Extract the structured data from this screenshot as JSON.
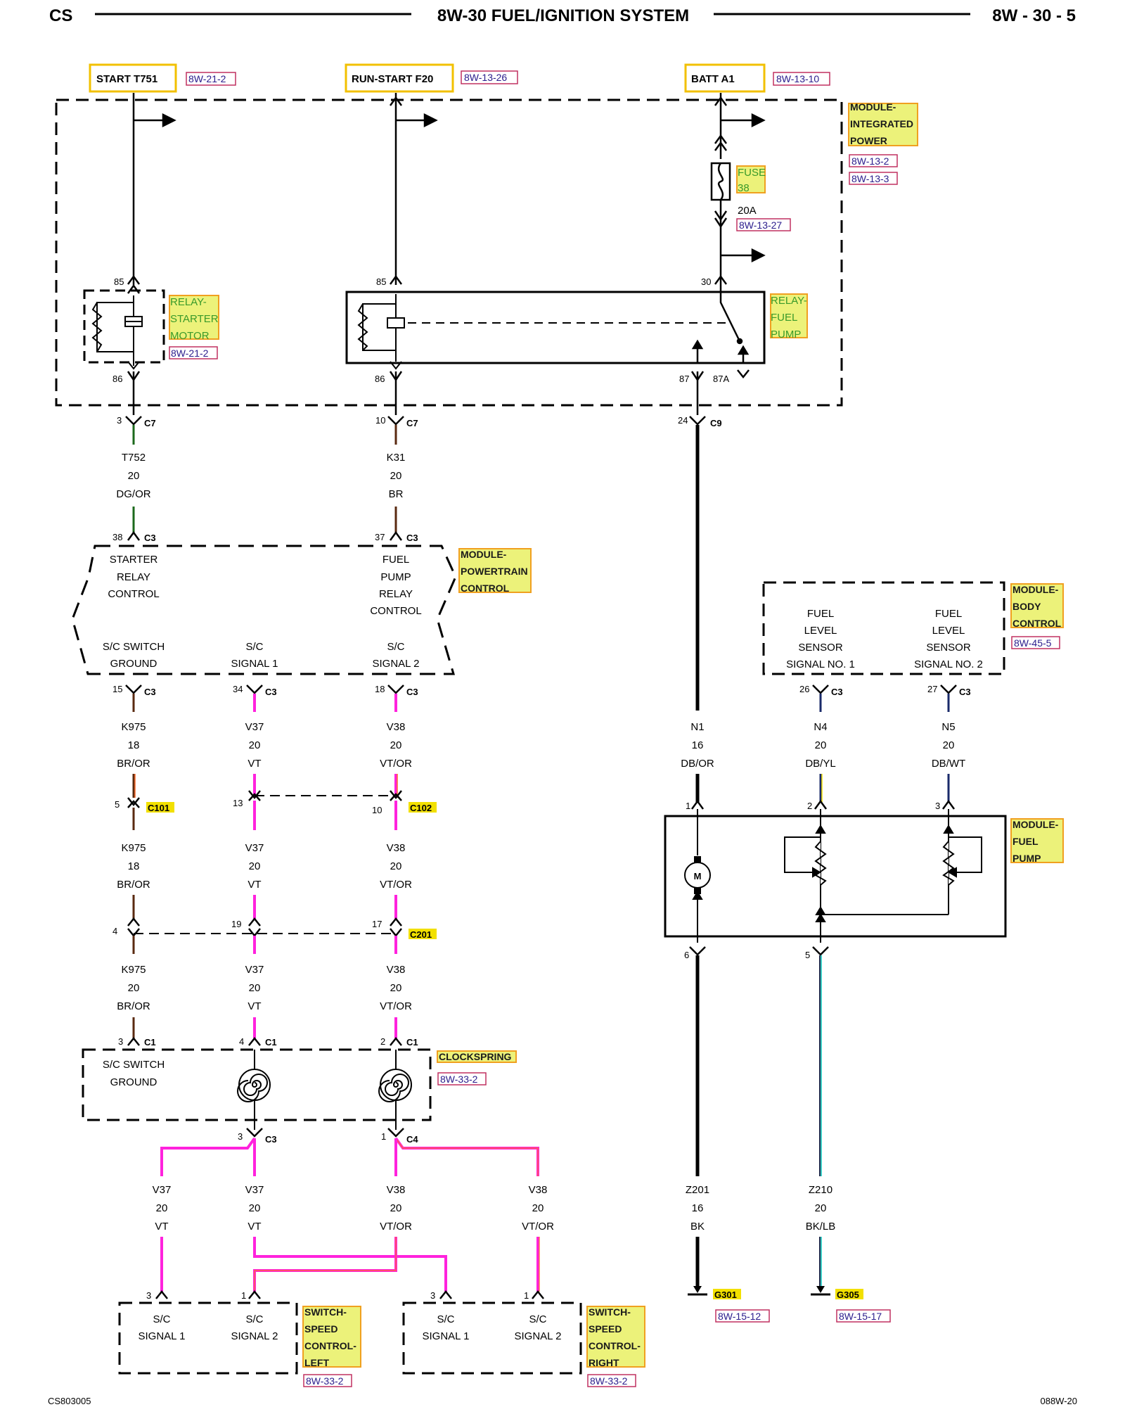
{
  "header": {
    "left": "CS",
    "title": "8W-30 FUEL/IGNITION SYSTEM",
    "right": "8W - 30 - 5"
  },
  "footer": {
    "left": "CS803005",
    "right": "088W-20"
  },
  "sources": [
    {
      "name": "START T751",
      "ref": "8W-21-2"
    },
    {
      "name": "RUN-START F20",
      "ref": "8W-13-26"
    },
    {
      "name": "BATT A1",
      "ref": "8W-13-10"
    }
  ],
  "fuse": {
    "label1": "FUSE",
    "label2": "38",
    "rating": "20A",
    "ref": "8W-13-27"
  },
  "modules": {
    "ipm": {
      "lines": [
        "MODULE-",
        "INTEGRATED",
        "POWER"
      ],
      "refs": [
        "8W-13-2",
        "8W-13-3"
      ]
    },
    "pcm": {
      "lines": [
        "MODULE-",
        "POWERTRAIN",
        "CONTROL"
      ]
    },
    "bcm": {
      "lines": [
        "MODULE-",
        "BODY",
        "CONTROL"
      ],
      "ref": "8W-45-5"
    },
    "fuel_pump": {
      "lines": [
        "MODULE-",
        "FUEL",
        "PUMP"
      ]
    },
    "clockspring": {
      "name": "CLOCKSPRING",
      "ref": "8W-33-2"
    },
    "switch_left": {
      "lines": [
        "SWITCH-",
        "SPEED",
        "CONTROL-",
        "LEFT"
      ],
      "ref": "8W-33-2"
    },
    "switch_right": {
      "lines": [
        "SWITCH-",
        "SPEED",
        "CONTROL-",
        "RIGHT"
      ],
      "ref": "8W-33-2"
    }
  },
  "relays": {
    "starter": {
      "lines": [
        "RELAY-",
        "STARTER",
        "MOTOR"
      ],
      "ref": "8W-21-2"
    },
    "fuel_pump": {
      "lines": [
        "RELAY-",
        "FUEL",
        "PUMP"
      ]
    }
  },
  "pins": {
    "p85a": "85",
    "p86a": "86",
    "p85b": "85",
    "p86b": "86",
    "p30": "30",
    "p87": "87",
    "p87a": "87A",
    "c7a": "3",
    "c7b": "10",
    "c9": "24",
    "c3a": "38",
    "c3b": "37",
    "c3c": "15",
    "c3d": "34",
    "c3e": "18",
    "c3f": "26",
    "c3g": "27",
    "c101": "5",
    "c102a": "13",
    "c102b": "10",
    "c201a": "4",
    "c201b": "19",
    "c201c": "17",
    "c1a": "3",
    "c1b": "4",
    "c1c": "2",
    "c3h": "3",
    "c4": "1",
    "fp1": "1",
    "fp2": "2",
    "fp3": "3",
    "fp6": "6",
    "fp5": "5",
    "swl3": "3",
    "swl1": "1",
    "swr3": "3",
    "swr1": "1"
  },
  "connectors": {
    "c7": "C7",
    "c9": "C9",
    "c3": "C3",
    "c101": "C101",
    "c102": "C102",
    "c201": "C201",
    "c1": "C1",
    "c4": "C4"
  },
  "pcm_labels": {
    "starter": [
      "STARTER",
      "RELAY",
      "CONTROL"
    ],
    "fuel": [
      "FUEL",
      "PUMP",
      "RELAY",
      "CONTROL"
    ],
    "sc_ground": [
      "S/C SWITCH",
      "GROUND"
    ],
    "sc1": [
      "S/C",
      "SIGNAL 1"
    ],
    "sc2": [
      "S/C",
      "SIGNAL 2"
    ]
  },
  "bcm_labels": {
    "s1": [
      "FUEL",
      "LEVEL",
      "SENSOR",
      "SIGNAL NO. 1"
    ],
    "s2": [
      "FUEL",
      "LEVEL",
      "SENSOR",
      "SIGNAL NO. 2"
    ]
  },
  "clockspring_labels": [
    "S/C SWITCH",
    "GROUND"
  ],
  "switch_labels": {
    "sc1": [
      "S/C",
      "SIGNAL 1"
    ],
    "sc2": [
      "S/C",
      "SIGNAL 2"
    ]
  },
  "motor_label": "M",
  "wires": {
    "t752": [
      "T752",
      "20",
      "DG/OR"
    ],
    "k31": [
      "K31",
      "20",
      "BR"
    ],
    "k975a": [
      "K975",
      "18",
      "BR/OR"
    ],
    "v37a": [
      "V37",
      "20",
      "VT"
    ],
    "v38a": [
      "V38",
      "20",
      "VT/OR"
    ],
    "k975b": [
      "K975",
      "18",
      "BR/OR"
    ],
    "v37b": [
      "V37",
      "20",
      "VT"
    ],
    "v38b": [
      "V38",
      "20",
      "VT/OR"
    ],
    "k975c": [
      "K975",
      "20",
      "BR/OR"
    ],
    "v37c": [
      "V37",
      "20",
      "VT"
    ],
    "v38c": [
      "V38",
      "20",
      "VT/OR"
    ],
    "n1": [
      "N1",
      "16",
      "DB/OR"
    ],
    "n4": [
      "N4",
      "20",
      "DB/YL"
    ],
    "n5": [
      "N5",
      "20",
      "DB/WT"
    ],
    "v37d": [
      "V37",
      "20",
      "VT"
    ],
    "v37e": [
      "V37",
      "20",
      "VT"
    ],
    "v38d": [
      "V38",
      "20",
      "VT/OR"
    ],
    "v38e": [
      "V38",
      "20",
      "VT/OR"
    ],
    "z201": [
      "Z201",
      "16",
      "BK"
    ],
    "z210": [
      "Z210",
      "20",
      "BK/LB"
    ]
  },
  "grounds": {
    "g301": {
      "name": "G301",
      "ref": "8W-15-12"
    },
    "g305": {
      "name": "G305",
      "ref": "8W-15-17"
    }
  },
  "colors": {
    "violet": "#ff22dd",
    "orange_tracer": "#ff6a2a",
    "dark_green": "#1c6a1c",
    "brown": "#5a2a10",
    "black": "#000000",
    "dark_blue": "#1a2a6a",
    "light_blue": "#3fd0c8",
    "yellow": "#f2e000",
    "label_fill": "#ecf27a",
    "label_border": "#f0a020"
  }
}
